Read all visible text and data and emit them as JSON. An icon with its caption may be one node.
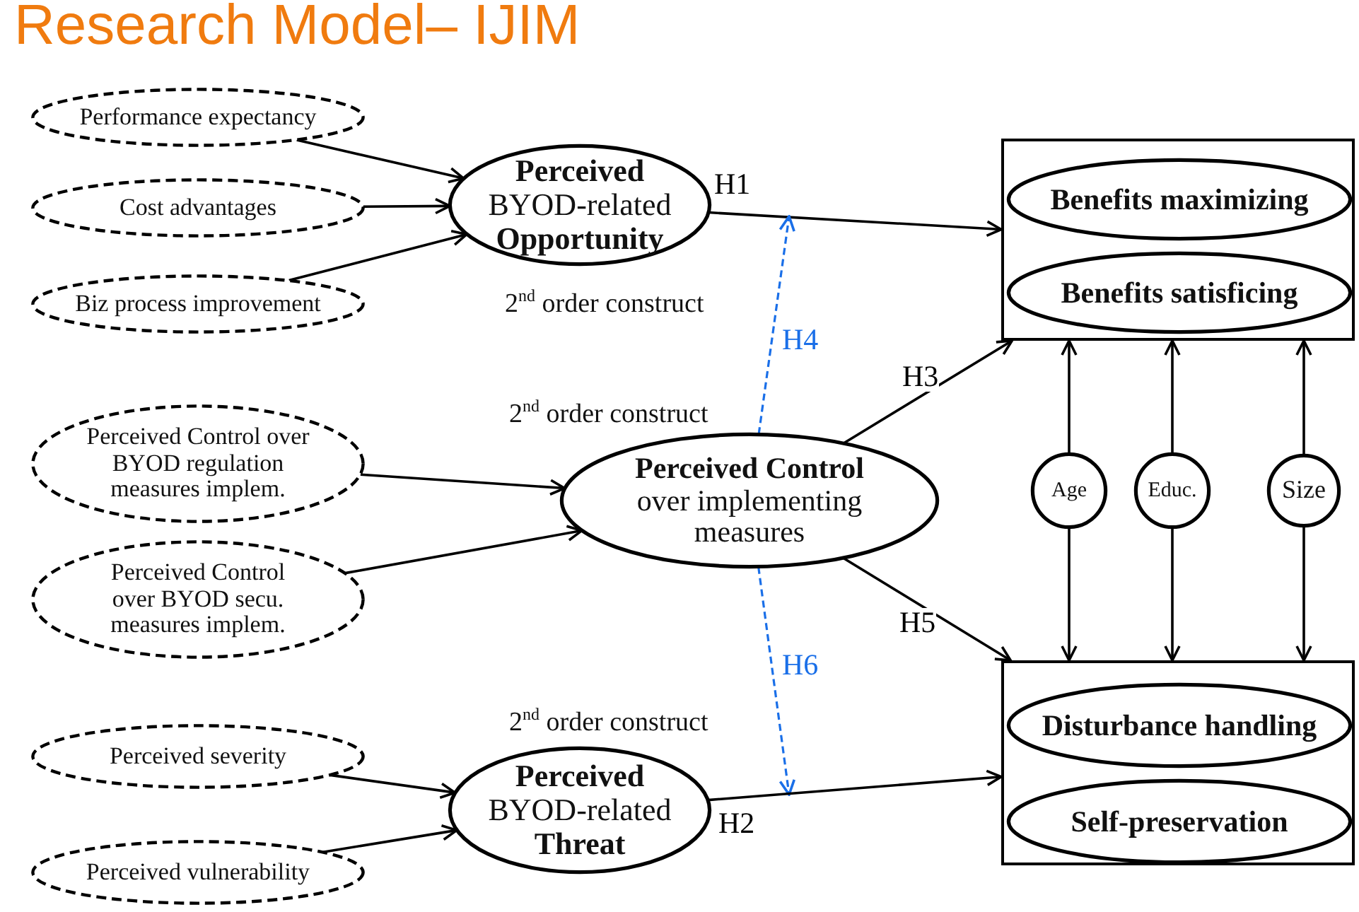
{
  "diagram": {
    "title": "Research Model– IJIM",
    "nodes": [
      {
        "text": [
          "Performance expectancy"
        ]
      },
      {
        "text": [
          "Cost advantages"
        ]
      },
      {
        "text": [
          "Biz process improvement"
        ]
      },
      {
        "text": [
          "**Perceived** BYOD-related **Opportunity**"
        ],
        "beside": [
          "2$^{nd}$ order construct"
        ]
      },
      {
        "text": [],
        "shape": "box"
      },
      {
        "text": [
          "Benefits maximizing"
        ],
        "in": 4
      },
      {
        "text": [
          "Benefits satisficing"
        ],
        "in": 4
      },
      {
        "text": [
          "Perceived Control over BYOD regulation measures implem."
        ]
      },
      {
        "text": [
          "Perceived Control over BYOD secu. measures implem."
        ]
      },
      {
        "text": [
          "**Perceived Control** over implementing measures"
        ],
        "beside": [
          "2$^{nd}$ order construct"
        ]
      },
      {
        "text": [
          "Age"
        ]
      },
      {
        "text": [
          "Educ."
        ]
      },
      {
        "text": [
          "Size"
        ]
      },
      {
        "text": [],
        "shape": "box"
      },
      {
        "text": [
          "Disturbance handling"
        ],
        "in": 13
      },
      {
        "text": [
          "Self-preservation"
        ],
        "in": 13
      },
      {
        "text": [
          "Perceived severity"
        ]
      },
      {
        "text": [
          "Perceived vulnerability"
        ]
      },
      {
        "text": [
          "**Perceived** BYOD-related **Threat**"
        ],
        "beside": [
          "2$^{nd}$ order construct"
        ]
      }
    ],
    "edges": [
      {
        "from": 0,
        "to": 3,
        "arrow": "to"
      },
      {
        "from": 1,
        "to": 3,
        "arrow": "to"
      },
      {
        "from": 2,
        "to": 3,
        "arrow": "to"
      },
      {
        "from": 3,
        "to": 4,
        "arrow": "to",
        "label": "H1"
      },
      {
        "from": 7,
        "to": 9,
        "arrow": "to"
      },
      {
        "from": 8,
        "to": 9,
        "arrow": "to"
      },
      {
        "from": 9,
        "to": 4,
        "arrow": "to",
        "label": "H3"
      },
      {
        "from": 9,
        "to": 13,
        "arrow": "to",
        "label": "H5"
      },
      {
        "from": 9,
        "to": null,
        "arrow": "to",
        "label": "H4",
        "style": "dashed",
        "color": "#1a6fe8"
      },
      {
        "from": 9,
        "to": null,
        "arrow": "to",
        "label": "H6",
        "style": "dashed",
        "color": "#1a6fe8"
      },
      {
        "from": 16,
        "to": 18,
        "arrow": "to"
      },
      {
        "from": 17,
        "to": 18,
        "arrow": "to"
      },
      {
        "from": 18,
        "to": 13,
        "arrow": "to",
        "label": "H2"
      },
      {
        "from": 10,
        "to": 4,
        "arrow": "to"
      },
      {
        "from": 10,
        "to": 13,
        "arrow": "to"
      },
      {
        "from": 11,
        "to": 4,
        "arrow": "to"
      },
      {
        "from": 11,
        "to": 13,
        "arrow": "to"
      },
      {
        "from": 12,
        "to": 4,
        "arrow": "to"
      },
      {
        "from": 12,
        "to": 13,
        "arrow": "to"
      }
    ]
  }
}
